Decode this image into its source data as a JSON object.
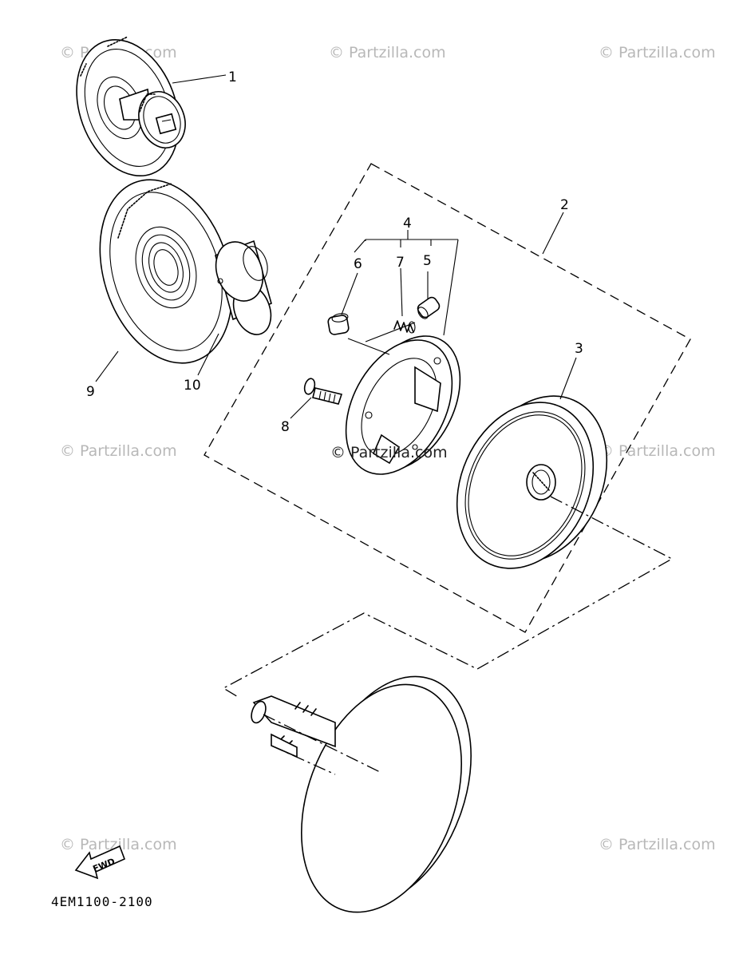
{
  "callouts": {
    "c1": "1",
    "c2": "2",
    "c3": "3",
    "c4": "4",
    "c5": "5",
    "c6": "6",
    "c7": "7",
    "c8": "8",
    "c9": "9",
    "c10": "10"
  },
  "watermark": {
    "text": "© Partzilla.com"
  },
  "fwd_label": "FWD",
  "diagram_code": "4EM1100-2100"
}
